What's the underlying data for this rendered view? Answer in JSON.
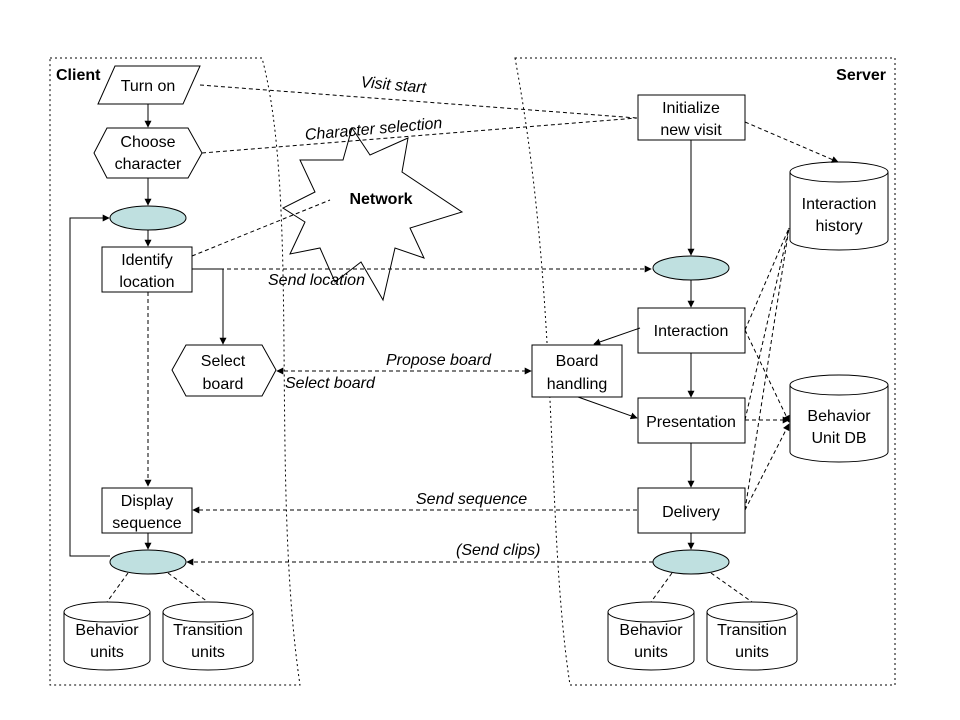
{
  "panels": {
    "client": "Client",
    "server": "Server"
  },
  "network": "Network",
  "client": {
    "turn_on": "Turn on",
    "choose_character": [
      "Choose",
      "character"
    ],
    "identify_location": [
      "Identify",
      "location"
    ],
    "select_board": [
      "Select",
      "board"
    ],
    "display_sequence": [
      "Display",
      "sequence"
    ],
    "behavior_units": [
      "Behavior",
      "units"
    ],
    "transition_units": [
      "Transition",
      "units"
    ]
  },
  "server": {
    "initialize_new_visit": [
      "Initialize",
      "new visit"
    ],
    "interaction_history": [
      "Interaction",
      "history"
    ],
    "interaction": "Interaction",
    "board_handling": [
      "Board",
      "handling"
    ],
    "presentation": "Presentation",
    "behavior_unit_db": [
      "Behavior",
      "Unit DB"
    ],
    "delivery": "Delivery",
    "behavior_units": [
      "Behavior",
      "units"
    ],
    "transition_units": [
      "Transition",
      "units"
    ]
  },
  "edges": {
    "visit_start": "Visit start",
    "character_selection": "Character selection",
    "send_location": "Send location",
    "propose_board": "Propose board",
    "select_board": "Select board",
    "send_sequence": "Send sequence",
    "send_clips": "(Send clips)"
  }
}
